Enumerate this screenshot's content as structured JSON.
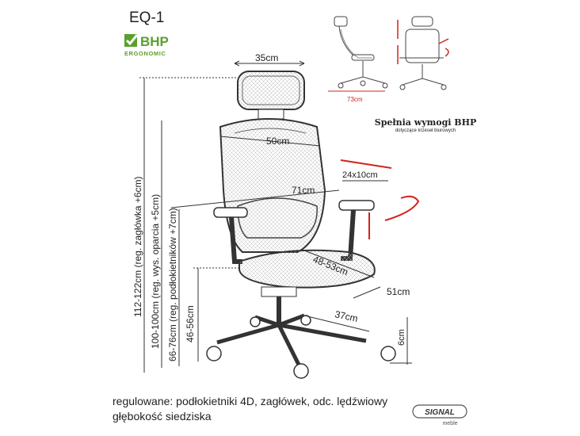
{
  "product": {
    "model": "EQ-1",
    "badge_text": "BHP",
    "badge_subtext": "ERGONOMIC",
    "brand": "SIGNAL",
    "brand_sub": "meble"
  },
  "bhp_note": {
    "title": "Spełnia wymogi BHP",
    "subtitle": "dotyczące krzeseł biurowych"
  },
  "dimensions": {
    "headrest_width": "35cm",
    "backrest_width": "50cm",
    "armrest_span": "71cm",
    "armrest_pad": "24x10cm",
    "seat_depth": "48-53cm",
    "seat_width": "51cm",
    "base_radius": "37cm",
    "wheel_height": "6cm",
    "total_height": "112-122cm (reg. zagłówka +6cm)",
    "backrest_height": "100-100cm (reg. wys. oparcia +5cm)",
    "armrest_height": "66-76cm (reg. podłokietników +7cm)",
    "seat_height": "46-56cm",
    "side_depth": "73cm"
  },
  "caption": {
    "line1": "regulowane: podłokietniki 4D, zagłówek, odc. lędźwiowy",
    "line2": "głębokość siedziska"
  },
  "colors": {
    "brand_green": "#5aa02c",
    "accent_red": "#d0241b",
    "line": "#333333"
  }
}
